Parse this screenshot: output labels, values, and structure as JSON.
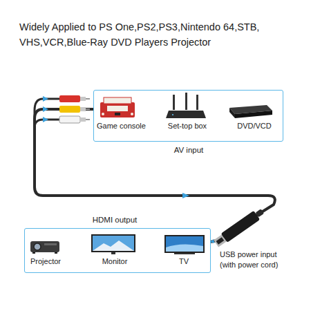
{
  "diagram": {
    "title": "Widely Applied to PS One,PS2,PS3,Nintendo 64,STB, VHS,VCR,Blue-Ray DVD Players Projector",
    "nodes": [
      {
        "text": [
          "Game console",
          "Set-top box",
          "DVD/VCD",
          "AV input"
        ]
      },
      {
        "text": [
          "HDMI output",
          "Projector",
          "Monitor",
          "TV"
        ]
      }
    ],
    "edges": [
      {
        "from": 0,
        "to": 1,
        "arrow": "to"
      }
    ],
    "labels": [
      "USB power input (with power cord)"
    ]
  }
}
